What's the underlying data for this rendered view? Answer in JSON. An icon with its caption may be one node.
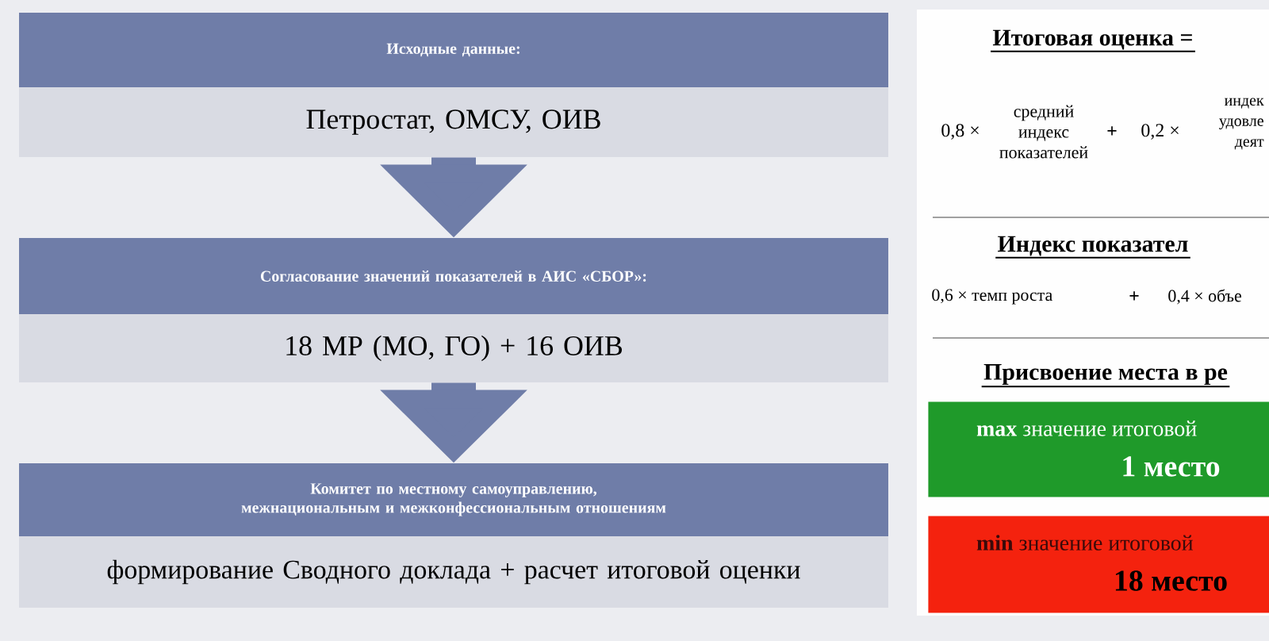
{
  "diagram": {
    "nodes": [
      {
        "text": [
          "Исходные данные:",
          "Петростат, ОМСУ, ОИВ"
        ]
      },
      {
        "text": [
          "Согласование значений показателей в АИС «СБОР»:",
          "18 МР (МО, ГО) + 16 ОИВ"
        ]
      },
      {
        "text": [
          "Комитет по местному самоуправлению, межнациональным и межконфессиональным отношениям",
          "формирование Сводного доклада + расчет итоговой оценки"
        ]
      },
      {
        "text": [
          "**max** значение итоговой",
          "1 место"
        ]
      },
      {
        "text": [
          "**min** значение итоговой",
          "18 место"
        ]
      }
    ],
    "edges": [
      {
        "from": 0,
        "to": 1,
        "arrow": "to"
      },
      {
        "from": 1,
        "to": 2,
        "arrow": "to"
      }
    ],
    "labels": [
      "Итоговая оценка =",
      "0,8 ×",
      "средний индекс показателей",
      "+",
      "0,2 ×",
      "индек удовле деят",
      "Индекс показател",
      "0,6 × темп роста",
      "+",
      "0,4 × объе",
      "Присвоение места в ре"
    ]
  }
}
